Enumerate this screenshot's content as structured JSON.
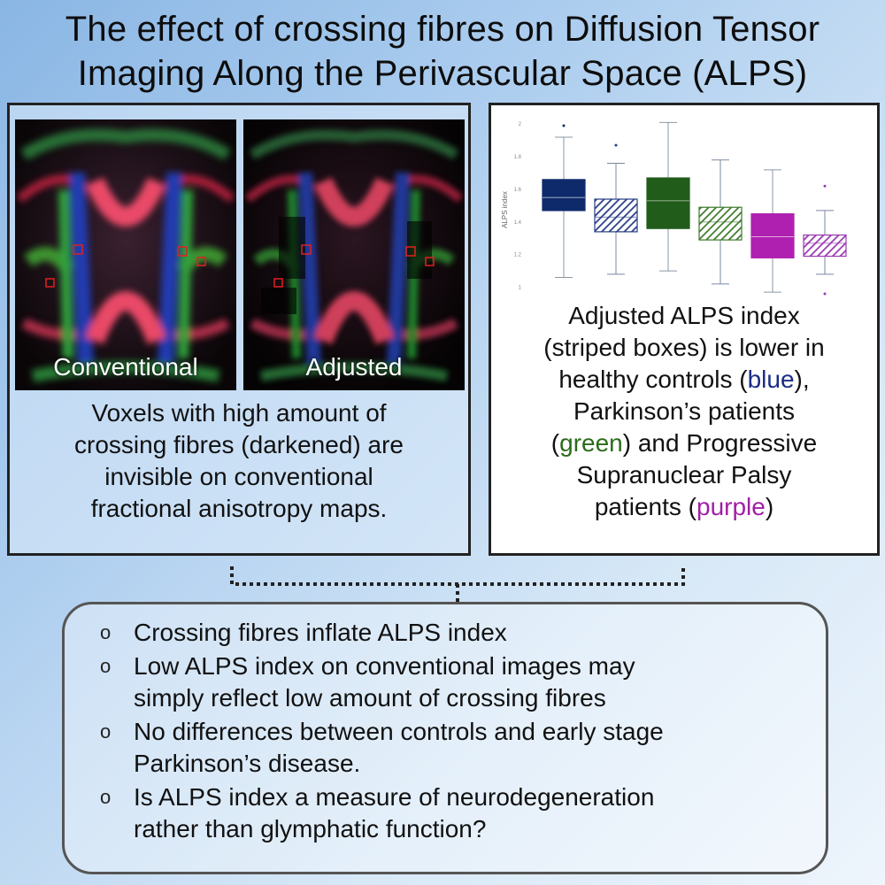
{
  "title": {
    "line1": "The effect of crossing fibres on Diffusion Tensor",
    "line2": "Imaging Along the Perivascular Space (ALPS)"
  },
  "left_panel": {
    "image_left_label": "Conventional",
    "image_right_label": "Adjusted",
    "caption": {
      "line1": "Voxels with high amount of",
      "line2": "crossing fibres (darkened) are",
      "line3": "invisible on conventional",
      "line4": "fractional anisotropy maps."
    }
  },
  "right_panel": {
    "caption": {
      "line1": "Adjusted ALPS index",
      "line2": "(striped boxes) is lower in",
      "line3_pre": "healthy controls (",
      "line3_colored": "blue",
      "line3_post": "),",
      "line4": "Parkinson’s patients",
      "line5_pre": "(",
      "line5_colored": "green",
      "line5_post": ") and Progressive",
      "line6": "Supranuclear Palsy",
      "line7_pre": "patients (",
      "line7_colored": "purple",
      "line7_post": ")"
    }
  },
  "summary": {
    "bullet_symbol": "o",
    "items": [
      {
        "line1": "Crossing fibres inflate ALPS index",
        "line2": ""
      },
      {
        "line1": "Low ALPS index on conventional images may",
        "line2": "simply reflect low amount of crossing fibres"
      },
      {
        "line1": "No differences between controls and early stage",
        "line2": "Parkinson’s disease."
      },
      {
        "line1": "Is ALPS index a measure of neurodegeneration",
        "line2": "rather than glymphatic function?"
      }
    ]
  },
  "colors": {
    "blue": "#1b2c86",
    "green": "#2b6b19",
    "purple": "#a020a6"
  },
  "chart_data": {
    "type": "box",
    "ylabel": "ALPS index",
    "yticks": [
      "1",
      "1.2",
      "1.4",
      "1.6",
      "1.8",
      "2"
    ],
    "ylim": [
      0.9,
      2.05
    ],
    "series": [
      {
        "group": "blue",
        "style": "solid",
        "color": "#0f2a6b",
        "min": 1.06,
        "q1": 1.47,
        "median": 1.55,
        "q3": 1.66,
        "max": 1.92,
        "outliers": [
          1.99
        ]
      },
      {
        "group": "blue",
        "style": "striped",
        "color": "#283e86",
        "min": 1.08,
        "q1": 1.34,
        "median": 1.43,
        "q3": 1.54,
        "max": 1.76,
        "outliers": [
          1.87
        ]
      },
      {
        "group": "green",
        "style": "solid",
        "color": "#215c1a",
        "min": 1.1,
        "q1": 1.36,
        "median": 1.53,
        "q3": 1.67,
        "max": 2.01,
        "outliers": []
      },
      {
        "group": "green",
        "style": "striped",
        "color": "#3d7a2a",
        "min": 1.02,
        "q1": 1.29,
        "median": 1.4,
        "q3": 1.49,
        "max": 1.78,
        "outliers": []
      },
      {
        "group": "purple",
        "style": "solid",
        "color": "#b020b0",
        "min": 0.97,
        "q1": 1.18,
        "median": 1.31,
        "q3": 1.45,
        "max": 1.72,
        "outliers": []
      },
      {
        "group": "purple",
        "style": "striped",
        "color": "#9a3ab0",
        "min": 1.08,
        "q1": 1.19,
        "median": 1.27,
        "q3": 1.32,
        "max": 1.47,
        "outliers": [
          1.62,
          0.96
        ]
      }
    ]
  }
}
